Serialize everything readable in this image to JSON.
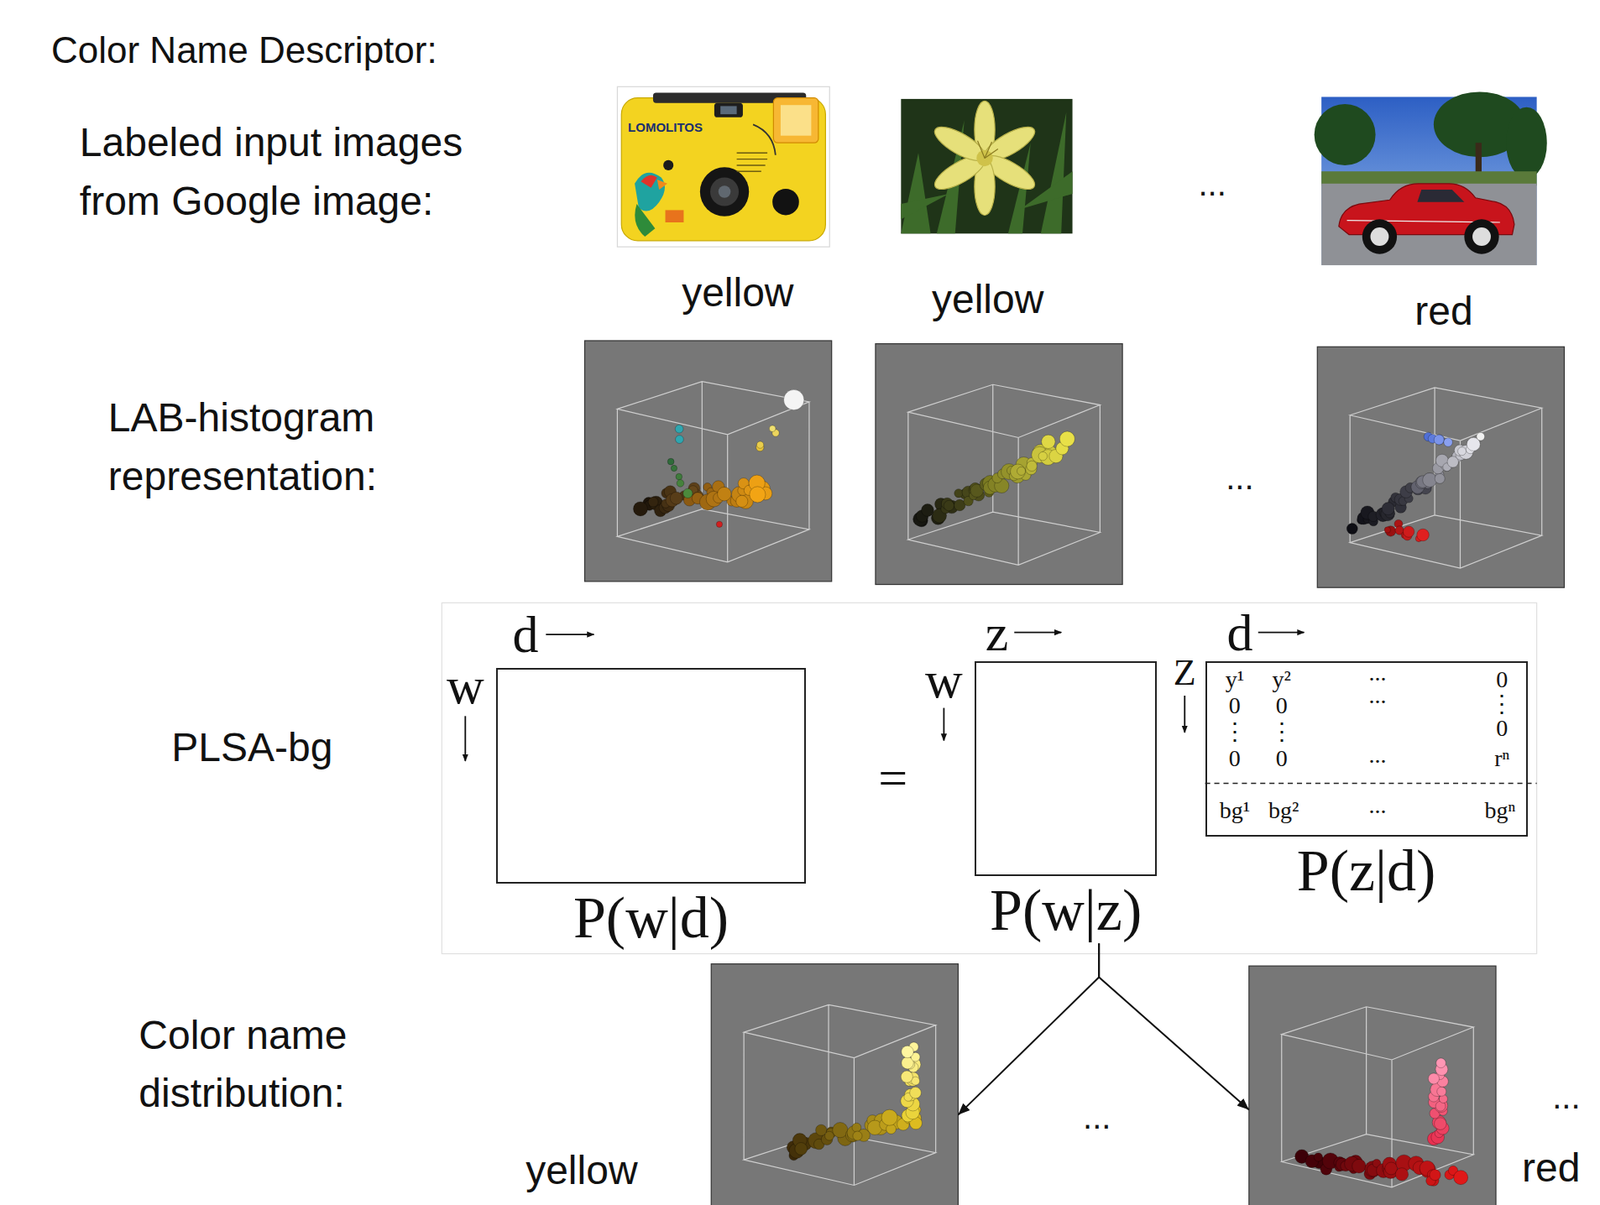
{
  "diagram": {
    "title": "Color Name Descriptor:",
    "nodes": [
      {
        "text": [
          "P(w|d)"
        ]
      },
      {
        "text": [
          "P(w|z)"
        ]
      },
      {
        "text": [
          "P(z|d)"
        ]
      },
      {
        "text": [
          "yellow"
        ]
      },
      {
        "text": [
          "red"
        ]
      }
    ],
    "edges": [
      {
        "from": 1,
        "to": 3,
        "arrow": "to"
      },
      {
        "from": 1,
        "to": 4,
        "arrow": "to"
      }
    ],
    "labels": [
      "Labeled input images from Google image:",
      "LOMOLITOS",
      "...",
      "yellow",
      "yellow",
      "red",
      "LAB-histogram representation:",
      "...",
      "PLSA-bg",
      "d",
      "w",
      "=",
      "z",
      "w",
      "Z",
      "d",
      "y¹",
      "y²",
      "...",
      "...",
      "0",
      "0",
      "0",
      "⋮",
      "⋮",
      "⋮",
      "0",
      "0",
      "0",
      "...",
      "rⁿ",
      "bg¹",
      "bg²",
      "...",
      "bgⁿ",
      "Color name distribution:",
      "...",
      "..."
    ]
  }
}
